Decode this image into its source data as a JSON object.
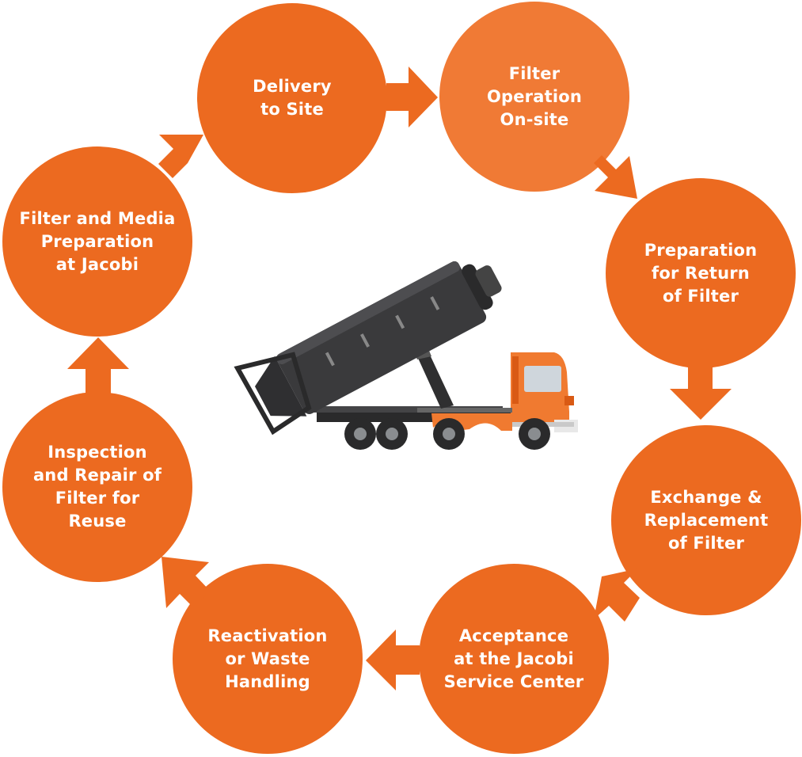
{
  "colors": {
    "primary": "#EC6A20",
    "accent": "#F07A35",
    "truck_cab": "#F07A30",
    "tank": "#3A3A3C",
    "label_text": "#FFFFFF"
  },
  "center_icon": "tipper-truck-icon",
  "steps": [
    {
      "id": "delivery-to-site",
      "label": "Delivery\nto Site"
    },
    {
      "id": "filter-operation-on-site",
      "label": "Filter\nOperation\nOn-site"
    },
    {
      "id": "preparation-for-return",
      "label": "Preparation\nfor Return\nof Filter"
    },
    {
      "id": "exchange-replacement",
      "label": "Exchange &\nReplacement\nof Filter"
    },
    {
      "id": "acceptance-service-center",
      "label": "Acceptance\nat the Jacobi\nService Center"
    },
    {
      "id": "reactivation-waste-handling",
      "label": "Reactivation\nor Waste\nHandling"
    },
    {
      "id": "inspection-repair",
      "label": "Inspection\nand Repair of\nFilter for\nReuse"
    },
    {
      "id": "filter-media-preparation",
      "label": "Filter and Media\nPreparation\nat Jacobi"
    }
  ]
}
